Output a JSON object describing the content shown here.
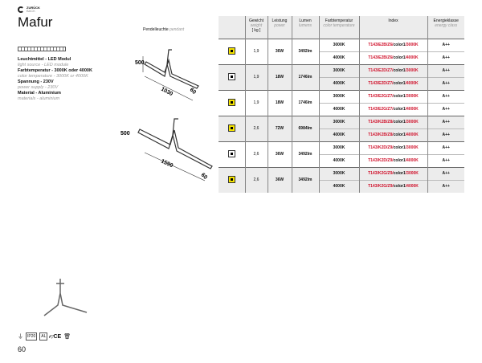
{
  "header": {
    "back_label": "ZURÜCK",
    "back_sub": "BACK",
    "title": "Mafur"
  },
  "specs": [
    {
      "de": "Leuchtmittel - LED Modul",
      "en": "light source - LED module"
    },
    {
      "de": "Farbtemperatur - 3000K oder 4000K",
      "en": "color temperature - 3000K or 4000K"
    },
    {
      "de": "Spannung - 230V",
      "en": "power supply - 230V"
    },
    {
      "de": "Material - Aluminium",
      "en": "materials - aluminium"
    }
  ],
  "product_label": {
    "de": "Pendelleuchte",
    "en": "pendant"
  },
  "drawings": {
    "d1": {
      "h": "500",
      "l": "1030",
      "w": "60"
    },
    "d2": {
      "h": "500",
      "l": "1590",
      "w": "60"
    }
  },
  "table": {
    "headers": [
      {
        "de": "Gewicht",
        "en": "weight",
        "unit": "[ kg ]"
      },
      {
        "de": "Leistung",
        "en": "power"
      },
      {
        "de": "Lumen",
        "en": "lumens"
      },
      {
        "de": "Farbtemperatur",
        "en": "color temperature"
      },
      {
        "de": "Index"
      },
      {
        "de": "Energieklasse",
        "en": "energy class"
      }
    ],
    "groups": [
      {
        "color": "yellow",
        "weight": "1,9",
        "power": "36W",
        "lumen": "3492lm",
        "rows": [
          {
            "ct": "3000K",
            "idx": "T143/E2B/Z6/",
            "c": "color1",
            "s": "/3000K",
            "en": "A++"
          },
          {
            "ct": "4000K",
            "idx": "T143/E2B/Z6/",
            "c": "color1",
            "s": "/4000K",
            "en": "A++"
          }
        ]
      },
      {
        "color": "white",
        "weight": "1,9",
        "power": "18W",
        "lumen": "1746lm",
        "rows": [
          {
            "ct": "3000K",
            "idx": "T143/E2D/Z7/",
            "c": "color1",
            "s": "/3000K",
            "en": "A++"
          },
          {
            "ct": "4000K",
            "idx": "T143/E2D/Z7/",
            "c": "color1",
            "s": "/4000K",
            "en": "A++"
          }
        ]
      },
      {
        "color": "yellow",
        "weight": "1,9",
        "power": "18W",
        "lumen": "1746lm",
        "rows": [
          {
            "ct": "3000K",
            "idx": "T143/E2G/Z7/",
            "c": "color1",
            "s": "/3000K",
            "en": "A++"
          },
          {
            "ct": "4000K",
            "idx": "T143/E2G/Z7/",
            "c": "color1",
            "s": "/4000K",
            "en": "A++"
          }
        ]
      },
      {
        "color": "yellow",
        "weight": "2,6",
        "power": "72W",
        "lumen": "6984lm",
        "rows": [
          {
            "ct": "3000K",
            "idx": "T143/K2B/Z8/",
            "c": "color1",
            "s": "/3000K",
            "en": "A++"
          },
          {
            "ct": "4000K",
            "idx": "T143/K2B/Z8/",
            "c": "color1",
            "s": "/4000K",
            "en": "A++"
          }
        ]
      },
      {
        "color": "white",
        "weight": "2,6",
        "power": "36W",
        "lumen": "3492lm",
        "rows": [
          {
            "ct": "3000K",
            "idx": "T143/K2D/Z9/",
            "c": "color1",
            "s": "/3000K",
            "en": "A++"
          },
          {
            "ct": "4000K",
            "idx": "T143/K2D/Z9/",
            "c": "color1",
            "s": "/4000K",
            "en": "A++"
          }
        ]
      },
      {
        "color": "yellow",
        "weight": "2,6",
        "power": "36W",
        "lumen": "3492lm",
        "rows": [
          {
            "ct": "3000K",
            "idx": "T143/K2G/Z9/",
            "c": "color1",
            "s": "/3000K",
            "en": "A++"
          },
          {
            "ct": "4000K",
            "idx": "T143/K2G/Z9/",
            "c": "color1",
            "s": "/4000K",
            "en": "A++"
          }
        ]
      }
    ]
  },
  "certs": [
    "IP20",
    "AL",
    "F",
    "CE"
  ],
  "page_number": "60"
}
